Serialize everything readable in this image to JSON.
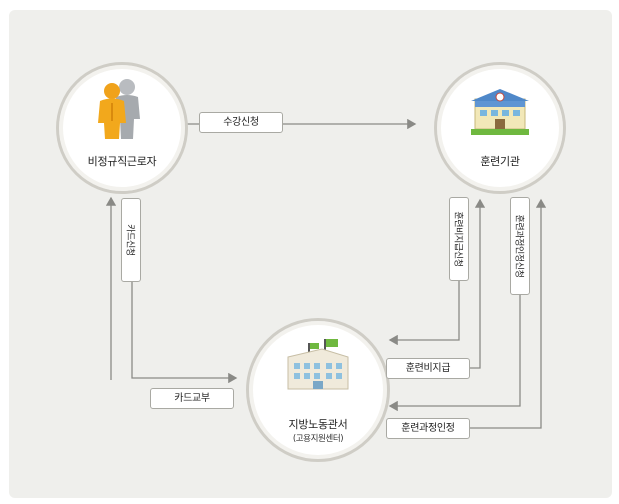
{
  "nodes": {
    "worker": {
      "label": "비정규직근로자",
      "icon": "workers-icon"
    },
    "institution": {
      "label": "훈련기관",
      "icon": "school-building-icon"
    },
    "office": {
      "label": "지방노동관서",
      "sublabel": "(고용지원센터)",
      "icon": "office-building-icon"
    }
  },
  "edges": {
    "course_application": "수강신청",
    "card_application": "카드신청",
    "card_issuance": "카드교부",
    "training_cost_claim": "훈련비지급신청",
    "training_cost_payment": "훈련비지급",
    "course_approval_claim": "훈련과정인정신청",
    "course_approval": "훈련과정인정"
  },
  "colors": {
    "line": "#8a8a86",
    "panel": "#efefec",
    "circle_border": "#cfcdc6"
  }
}
